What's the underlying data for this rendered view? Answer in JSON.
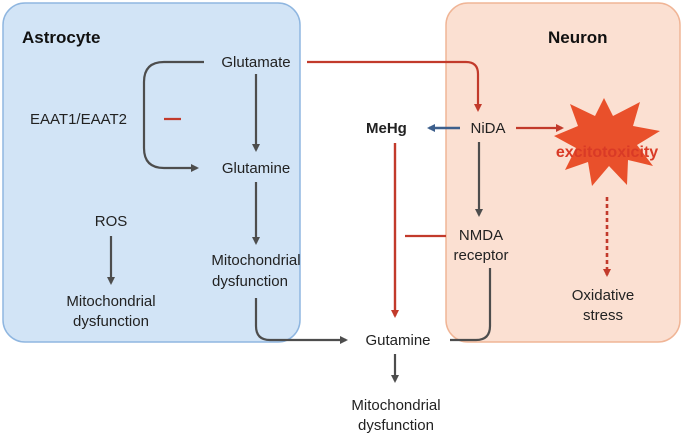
{
  "panels": {
    "astrocyte": {
      "title": "Astrocyte"
    },
    "neuron": {
      "title": "Neuron"
    }
  },
  "nodes": {
    "astro_glutamate": "Glutamate",
    "astro_eaat": "EAAT1/EAAT2",
    "astro_glutamine": "Glutamine",
    "astro_ros": "ROS",
    "astro_mito_left_1": "Mitochondrial",
    "astro_mito_left_2": "dysfunction",
    "astro_mito_right_1": "Mitochondrial",
    "astro_mito_right_2": "dysfunction",
    "mehg": "MeHg",
    "nida": "NiDA",
    "excitotoxicity": "excitotoxicity",
    "nmda_1": "NMDA",
    "nmda_2": "receptor",
    "oxidative_1": "Oxidative",
    "oxidative_2": "stress",
    "gutamine": "Gutamine",
    "mito_bottom_1": "Mitochondrial",
    "mito_bottom_2": "dysfunction"
  },
  "colors": {
    "astrocyte_fill": "#d2e4f6",
    "astrocyte_border": "#8fb6e0",
    "neuron_fill": "#fbe0d2",
    "neuron_border": "#f0b596",
    "arrow_gray": "#4d4d4d",
    "arrow_red": "#c23a2b",
    "arrow_blue": "#3d5f8c",
    "burst": "#e9502b"
  }
}
